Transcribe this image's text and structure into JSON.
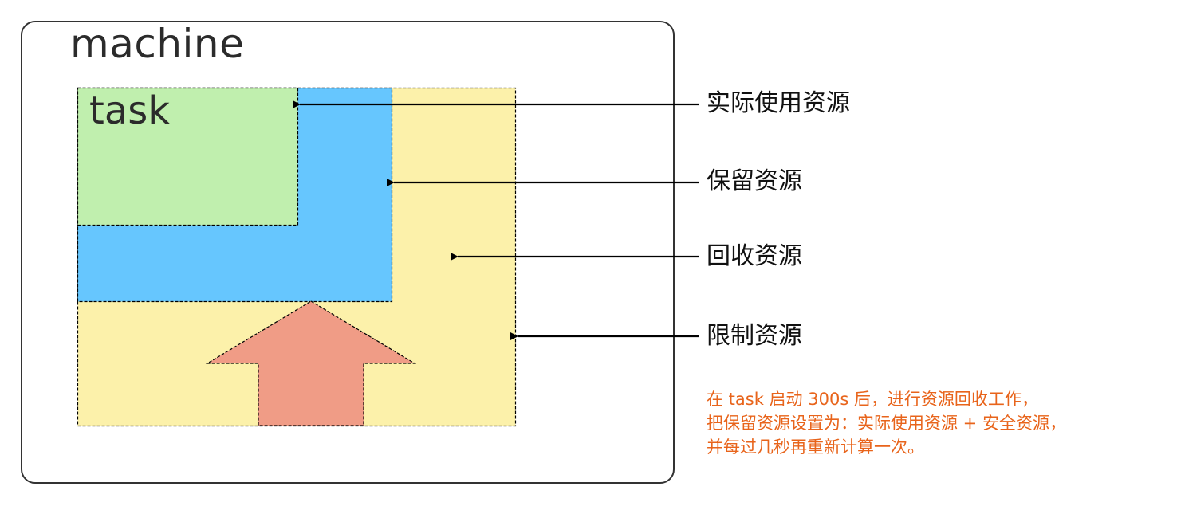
{
  "diagram": {
    "machine_label": "machine",
    "task_label": "task",
    "regions": [
      {
        "id": "actual",
        "label": "实际使用资源",
        "color": "#c0efae"
      },
      {
        "id": "reserved",
        "label": "保留资源",
        "color": "#66c6fe"
      },
      {
        "id": "reclaimed",
        "label": "回收资源",
        "color": "#fcf1aa"
      },
      {
        "id": "limit",
        "label": "限制资源",
        "color": "#fcf1aa"
      }
    ],
    "arrow_color": "#f09c86",
    "note": {
      "color": "#e8641b",
      "lines": [
        "在 task 启动 300s 后，进行资源回收工作，",
        "把保留资源设置为：实际使用资源 + 安全资源，",
        "并每过几秒再重新计算一次。"
      ]
    }
  }
}
